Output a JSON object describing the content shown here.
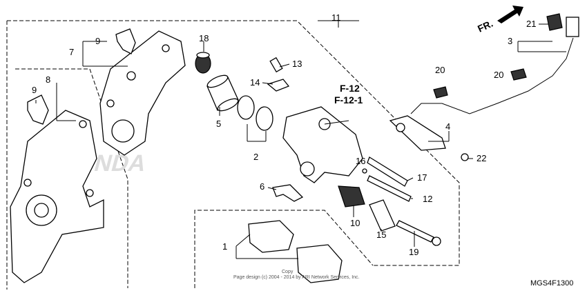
{
  "callouts": {
    "p1": "1",
    "p2": "2",
    "p3": "3",
    "p4": "4",
    "p5": "5",
    "p6": "6",
    "p7": "7",
    "p8": "8",
    "p9a": "9",
    "p9b": "9",
    "p10": "10",
    "p11": "11",
    "p12": "12",
    "p13": "13",
    "p14": "14",
    "p15": "15",
    "p16": "16",
    "p17": "17",
    "p18": "18",
    "p19": "19",
    "p20a": "20",
    "p20b": "20",
    "p21": "21",
    "p22": "22"
  },
  "refs": {
    "r1": "F-12",
    "r2": "F-12-1"
  },
  "direction_label": "FR.",
  "watermark": "HONDA",
  "copyright_line1": "Copy",
  "copyright_line2": "Page design (c) 2004 - 2014 by ARI Network Services, Inc.",
  "diagram_code": "MGS4F1300"
}
